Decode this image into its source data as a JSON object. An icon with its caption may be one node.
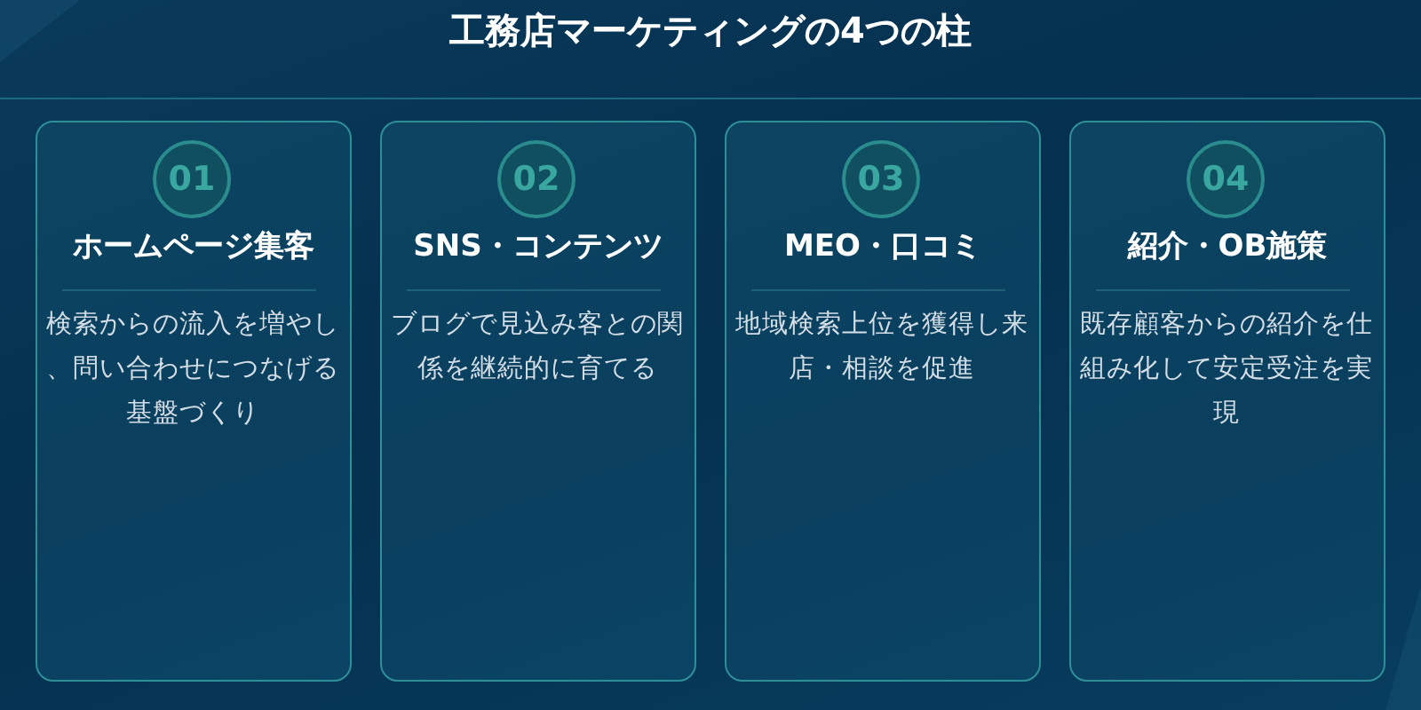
{
  "diagram": {
    "title": "工務店マーケティングの4つの柱",
    "nodes": [
      {
        "text": [
          "ホームページ集客",
          "検索からの流入を増やし、問い合わせにつなげる基盤づくり"
        ]
      },
      {
        "text": [
          "01"
        ],
        "in": 0
      },
      {
        "text": [
          "SNS・コンテンツ",
          "ブログで見込み客との関係を継続的に育てる"
        ]
      },
      {
        "text": [
          "02"
        ],
        "in": 2
      },
      {
        "text": [
          "MEO・口コミ",
          "地域検索上位を獲得し来店・相談を促進"
        ]
      },
      {
        "text": [
          "03"
        ],
        "in": 4
      },
      {
        "text": [
          "紹介・OB施策",
          "既存顧客からの紹介を仕組み化して安定受注を実現"
        ]
      },
      {
        "text": [
          "04"
        ],
        "in": 6
      }
    ]
  }
}
